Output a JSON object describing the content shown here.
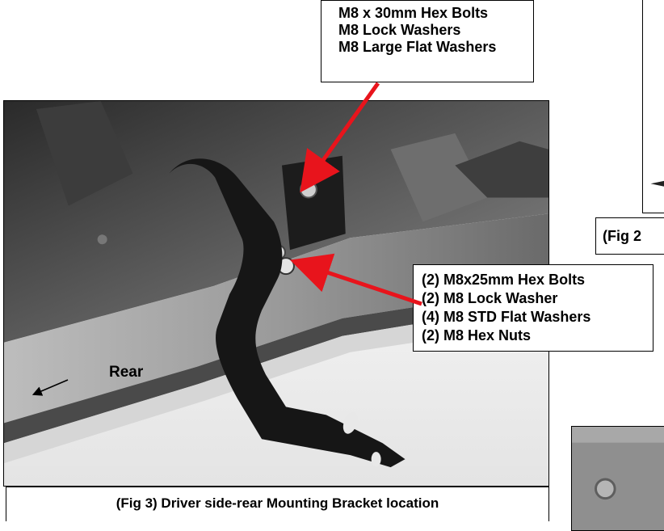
{
  "callout_top": {
    "lines": [
      "M8 x 30mm Hex Bolts",
      "M8 Lock Washers",
      "M8 Large Flat Washers"
    ]
  },
  "callout_bottom": {
    "lines": [
      "(2) M8x25mm Hex Bolts",
      "(2) M8 Lock Washer",
      "(4) M8 STD Flat Washers",
      "(2) M8 Hex Nuts"
    ]
  },
  "fig3_caption": "(Fig 3) Driver side-rear Mounting Bracket location",
  "fig2_caption_partial": "(Fig 2",
  "direction_label": "Rear",
  "colors": {
    "arrow": "#e8141c",
    "border": "#000000"
  }
}
